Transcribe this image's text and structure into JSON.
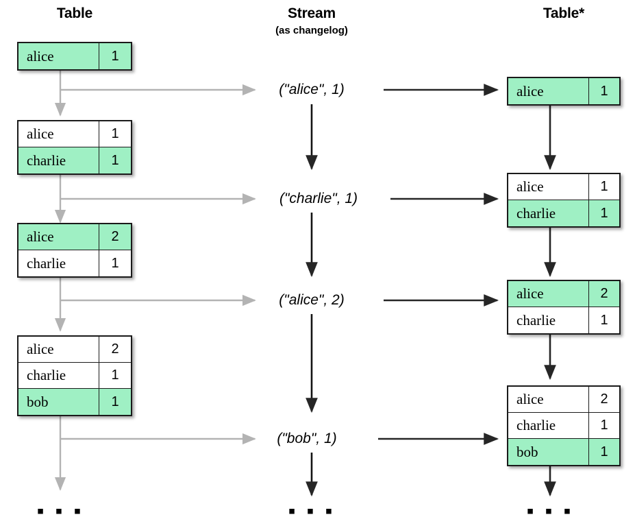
{
  "columns": {
    "left": {
      "title": "Table"
    },
    "middle": {
      "title": "Stream",
      "subtitle": "(as changelog)"
    },
    "right": {
      "title": "Table*"
    }
  },
  "colors": {
    "highlight": "#9ff0c4",
    "border": "#1a1a1a",
    "gray_arrow": "#b3b3b3",
    "black_arrow": "#262626",
    "background": "#ffffff"
  },
  "left_tables": [
    {
      "rows": [
        {
          "key": "alice",
          "value": "1",
          "highlight": true
        }
      ]
    },
    {
      "rows": [
        {
          "key": "alice",
          "value": "1",
          "highlight": false
        },
        {
          "key": "charlie",
          "value": "1",
          "highlight": true
        }
      ]
    },
    {
      "rows": [
        {
          "key": "alice",
          "value": "2",
          "highlight": true
        },
        {
          "key": "charlie",
          "value": "1",
          "highlight": false
        }
      ]
    },
    {
      "rows": [
        {
          "key": "alice",
          "value": "2",
          "highlight": false
        },
        {
          "key": "charlie",
          "value": "1",
          "highlight": false
        },
        {
          "key": "bob",
          "value": "1",
          "highlight": true
        }
      ]
    }
  ],
  "stream_events": [
    {
      "text": "(\"alice\", 1)"
    },
    {
      "text": "(\"charlie\", 1)"
    },
    {
      "text": "(\"alice\", 2)"
    },
    {
      "text": "(\"bob\", 1)"
    }
  ],
  "right_tables": [
    {
      "rows": [
        {
          "key": "alice",
          "value": "1",
          "highlight": true
        }
      ]
    },
    {
      "rows": [
        {
          "key": "alice",
          "value": "1",
          "highlight": false
        },
        {
          "key": "charlie",
          "value": "1",
          "highlight": true
        }
      ]
    },
    {
      "rows": [
        {
          "key": "alice",
          "value": "2",
          "highlight": true
        },
        {
          "key": "charlie",
          "value": "1",
          "highlight": false
        }
      ]
    },
    {
      "rows": [
        {
          "key": "alice",
          "value": "2",
          "highlight": false
        },
        {
          "key": "charlie",
          "value": "1",
          "highlight": false
        },
        {
          "key": "bob",
          "value": "1",
          "highlight": true
        }
      ]
    }
  ],
  "continuation": {
    "left": "▪ ▪ ▪",
    "middle": "▪ ▪ ▪",
    "right": "▪ ▪ ▪"
  }
}
